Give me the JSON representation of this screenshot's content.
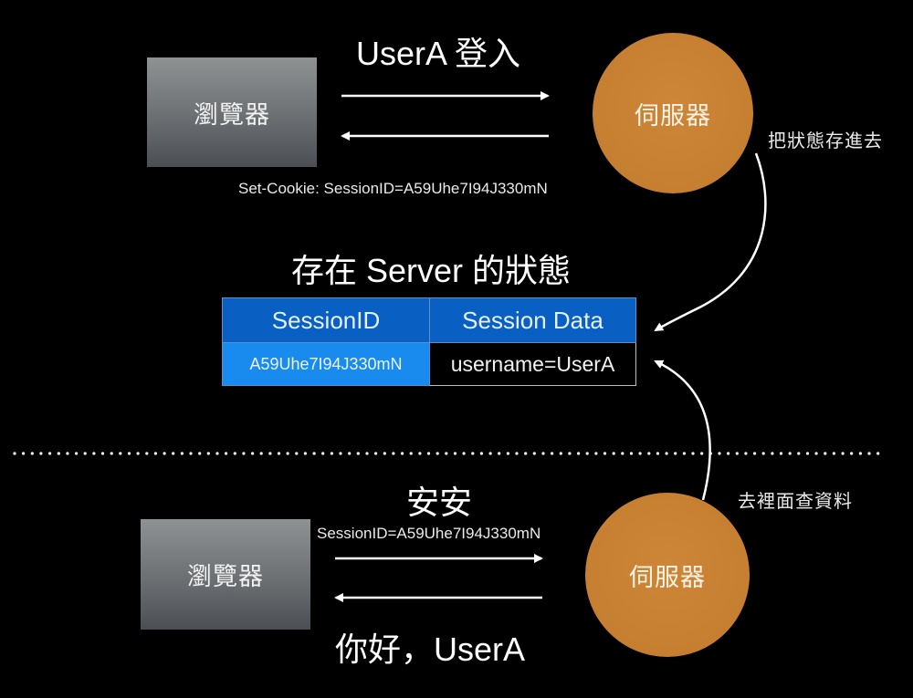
{
  "top_flow": {
    "title": "UserA 登入",
    "browser_label": "瀏覽器",
    "server_label": "伺服器",
    "response_header": "Set-Cookie: SessionID=A59Uhe7I94J330mN",
    "store_note": "把狀態存進去"
  },
  "session_store": {
    "title": "存在 Server 的狀態",
    "columns": [
      "SessionID",
      "Session Data"
    ],
    "rows": [
      {
        "session_id": "A59Uhe7I94J330mN",
        "session_data": "username=UserA"
      }
    ],
    "colors": {
      "header": "#0a5fc3",
      "id_cell": "#1a8bee",
      "data_cell": "#000000"
    }
  },
  "bottom_flow": {
    "request_text": "安安",
    "request_cookie": "SessionID=A59Uhe7I94J330mN",
    "browser_label": "瀏覽器",
    "server_label": "伺服器",
    "lookup_note": "去裡面查資料",
    "response_text": "你好，UserA"
  },
  "colors": {
    "background": "#000000",
    "server": "#c98134",
    "browser_top": "#8f9293",
    "browser_bottom": "#4b4e53"
  }
}
